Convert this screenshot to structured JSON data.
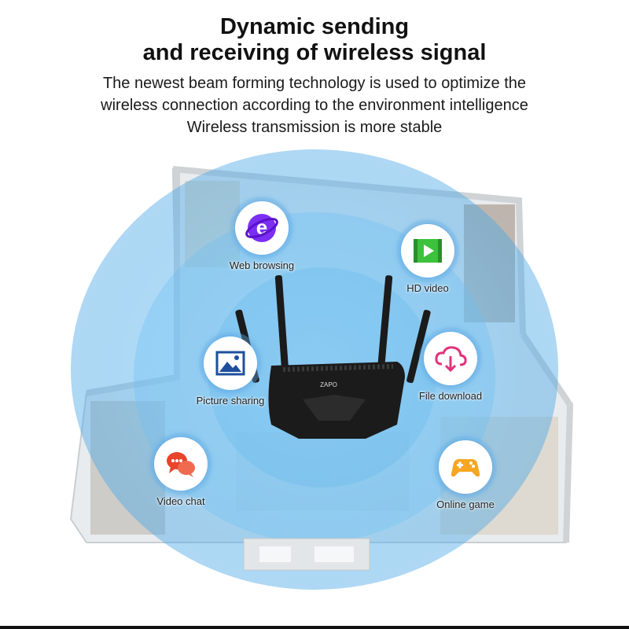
{
  "headline": {
    "line1": "Dynamic sending",
    "line2": "and receiving of wireless signal"
  },
  "subtext": {
    "line1": "The newest beam forming technology is used to optimize the",
    "line2": "wireless connection according to the environment intelligence",
    "line3": "Wireless transmission is more stable"
  },
  "router": {
    "brand": "ZAPO"
  },
  "features": [
    {
      "label": "Web browsing",
      "icon": "web-browser-icon",
      "color": "#7b2ff2"
    },
    {
      "label": "HD video",
      "icon": "video-player-icon",
      "color": "#3cc23c"
    },
    {
      "label": "Picture sharing",
      "icon": "picture-icon",
      "color": "#1e4f9c"
    },
    {
      "label": "File download",
      "icon": "cloud-download-icon",
      "color": "#e0337a"
    },
    {
      "label": "Video chat",
      "icon": "chat-bubbles-icon",
      "color": "#e8452c"
    },
    {
      "label": "Online game",
      "icon": "gamepad-icon",
      "color": "#f5a623"
    }
  ],
  "colors": {
    "signal": "#5ab4ea",
    "router": "#1b1b1b"
  }
}
